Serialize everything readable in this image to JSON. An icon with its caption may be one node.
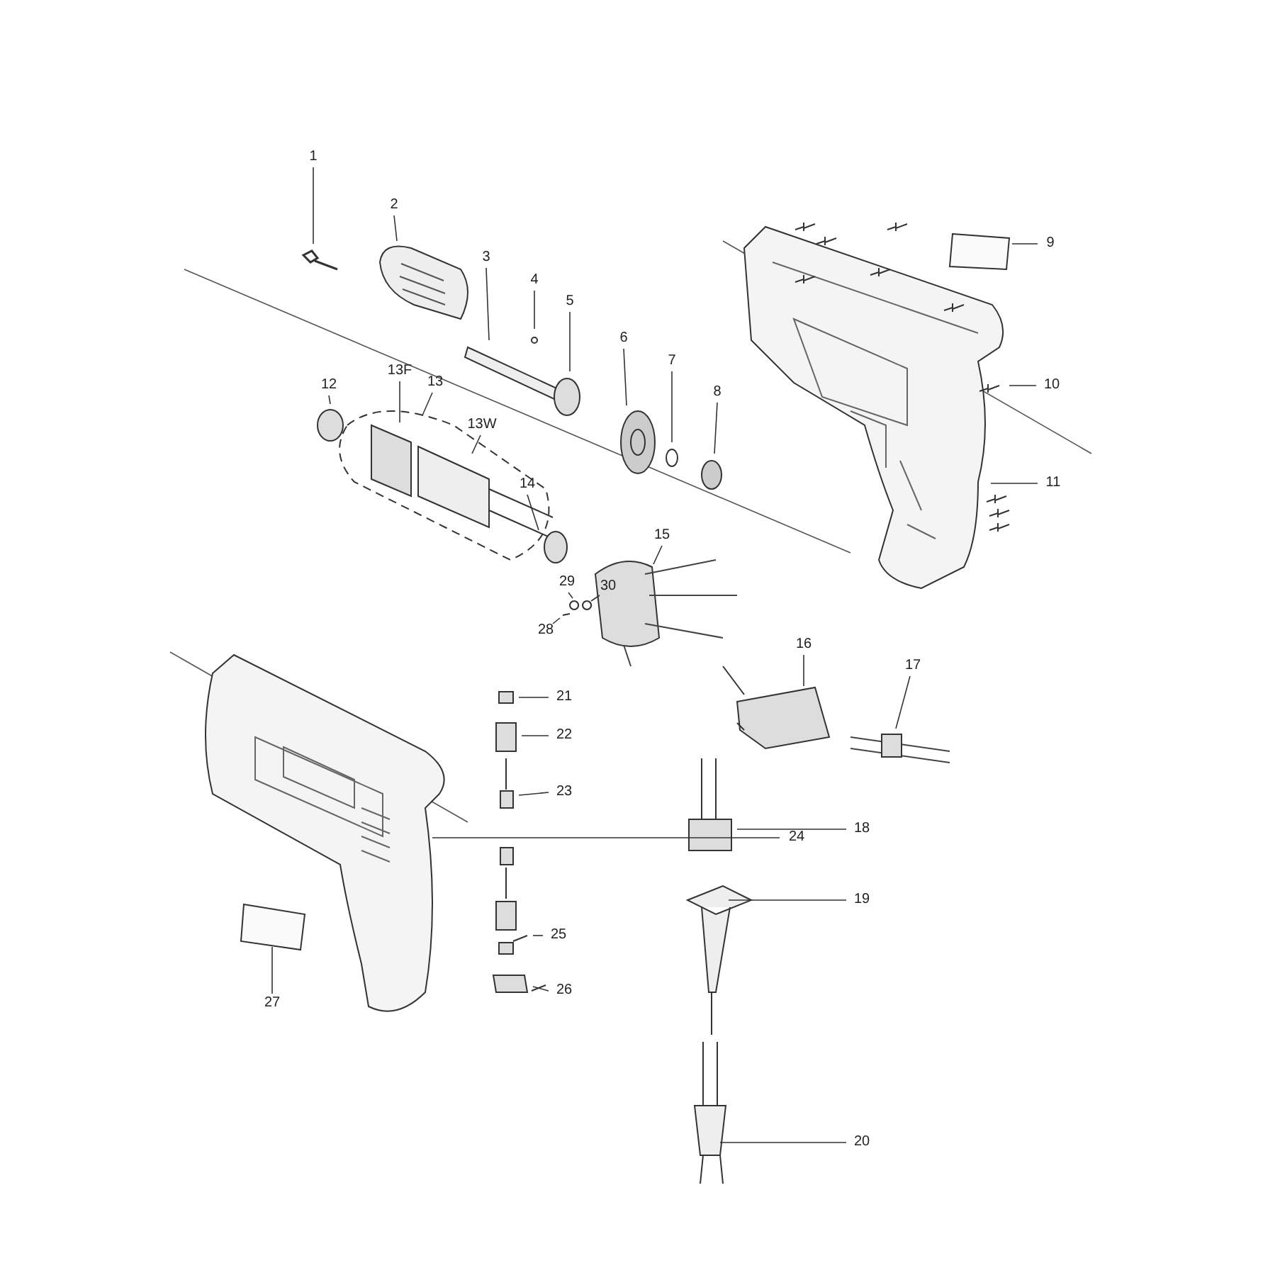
{
  "diagram": {
    "nodes": [
      {
        "text": [
          "1"
        ]
      },
      {
        "text": [
          "2"
        ]
      },
      {
        "text": [
          "3"
        ]
      },
      {
        "text": [
          "4"
        ]
      },
      {
        "text": [
          "5"
        ]
      },
      {
        "text": [
          "6"
        ]
      },
      {
        "text": [
          "7"
        ]
      },
      {
        "text": [
          "8"
        ]
      },
      {
        "text": [
          "9"
        ]
      },
      {
        "text": [
          "10"
        ]
      },
      {
        "text": [
          "11"
        ]
      },
      {
        "text": [
          "12"
        ]
      },
      {
        "text": [
          "13F"
        ]
      },
      {
        "text": [
          "13"
        ]
      },
      {
        "text": [
          "13W"
        ]
      },
      {
        "text": [
          "14"
        ]
      },
      {
        "text": [
          "15"
        ]
      },
      {
        "text": [
          "29"
        ]
      },
      {
        "text": [
          "30"
        ]
      },
      {
        "text": [
          "28"
        ]
      },
      {
        "text": [
          "16"
        ]
      },
      {
        "text": [
          "17"
        ]
      },
      {
        "text": [
          "21"
        ]
      },
      {
        "text": [
          "22"
        ]
      },
      {
        "text": [
          "23"
        ]
      },
      {
        "text": [
          "18"
        ]
      },
      {
        "text": [
          "24"
        ]
      },
      {
        "text": [
          "19"
        ]
      },
      {
        "text": [
          "25"
        ]
      },
      {
        "text": [
          "26"
        ]
      },
      {
        "text": [
          "27"
        ]
      },
      {
        "text": [
          "20"
        ]
      }
    ],
    "edges": [
      {
        "from": 0,
        "to": null,
        "arrow": "none"
      },
      {
        "from": 1,
        "to": null,
        "arrow": "none"
      },
      {
        "from": 2,
        "to": null,
        "arrow": "none"
      },
      {
        "from": 3,
        "to": null,
        "arrow": "none"
      },
      {
        "from": 4,
        "to": null,
        "arrow": "none"
      },
      {
        "from": 5,
        "to": null,
        "arrow": "none"
      },
      {
        "from": 6,
        "to": null,
        "arrow": "none"
      },
      {
        "from": 7,
        "to": null,
        "arrow": "none"
      },
      {
        "from": 8,
        "to": null,
        "arrow": "none"
      },
      {
        "from": 9,
        "to": null,
        "arrow": "none"
      },
      {
        "from": 10,
        "to": null,
        "arrow": "none"
      },
      {
        "from": 11,
        "to": null,
        "arrow": "none"
      },
      {
        "from": 12,
        "to": null,
        "arrow": "none"
      },
      {
        "from": 13,
        "to": null,
        "arrow": "none"
      },
      {
        "from": 14,
        "to": null,
        "arrow": "none"
      },
      {
        "from": 15,
        "to": null,
        "arrow": "none"
      },
      {
        "from": 16,
        "to": null,
        "arrow": "none"
      },
      {
        "from": 17,
        "to": null,
        "arrow": "none"
      },
      {
        "from": 18,
        "to": null,
        "arrow": "none"
      },
      {
        "from": 19,
        "to": null,
        "arrow": "none"
      },
      {
        "from": 20,
        "to": null,
        "arrow": "none"
      },
      {
        "from": 21,
        "to": null,
        "arrow": "none"
      },
      {
        "from": 22,
        "to": null,
        "arrow": "none"
      },
      {
        "from": 23,
        "to": null,
        "arrow": "none"
      },
      {
        "from": 24,
        "to": null,
        "arrow": "none"
      },
      {
        "from": 25,
        "to": null,
        "arrow": "none"
      },
      {
        "from": 26,
        "to": null,
        "arrow": "none"
      },
      {
        "from": 27,
        "to": null,
        "arrow": "none"
      },
      {
        "from": 28,
        "to": null,
        "arrow": "none"
      },
      {
        "from": 29,
        "to": null,
        "arrow": "none"
      },
      {
        "from": 30,
        "to": null,
        "arrow": "none"
      },
      {
        "from": 31,
        "to": null,
        "arrow": "none"
      }
    ]
  }
}
